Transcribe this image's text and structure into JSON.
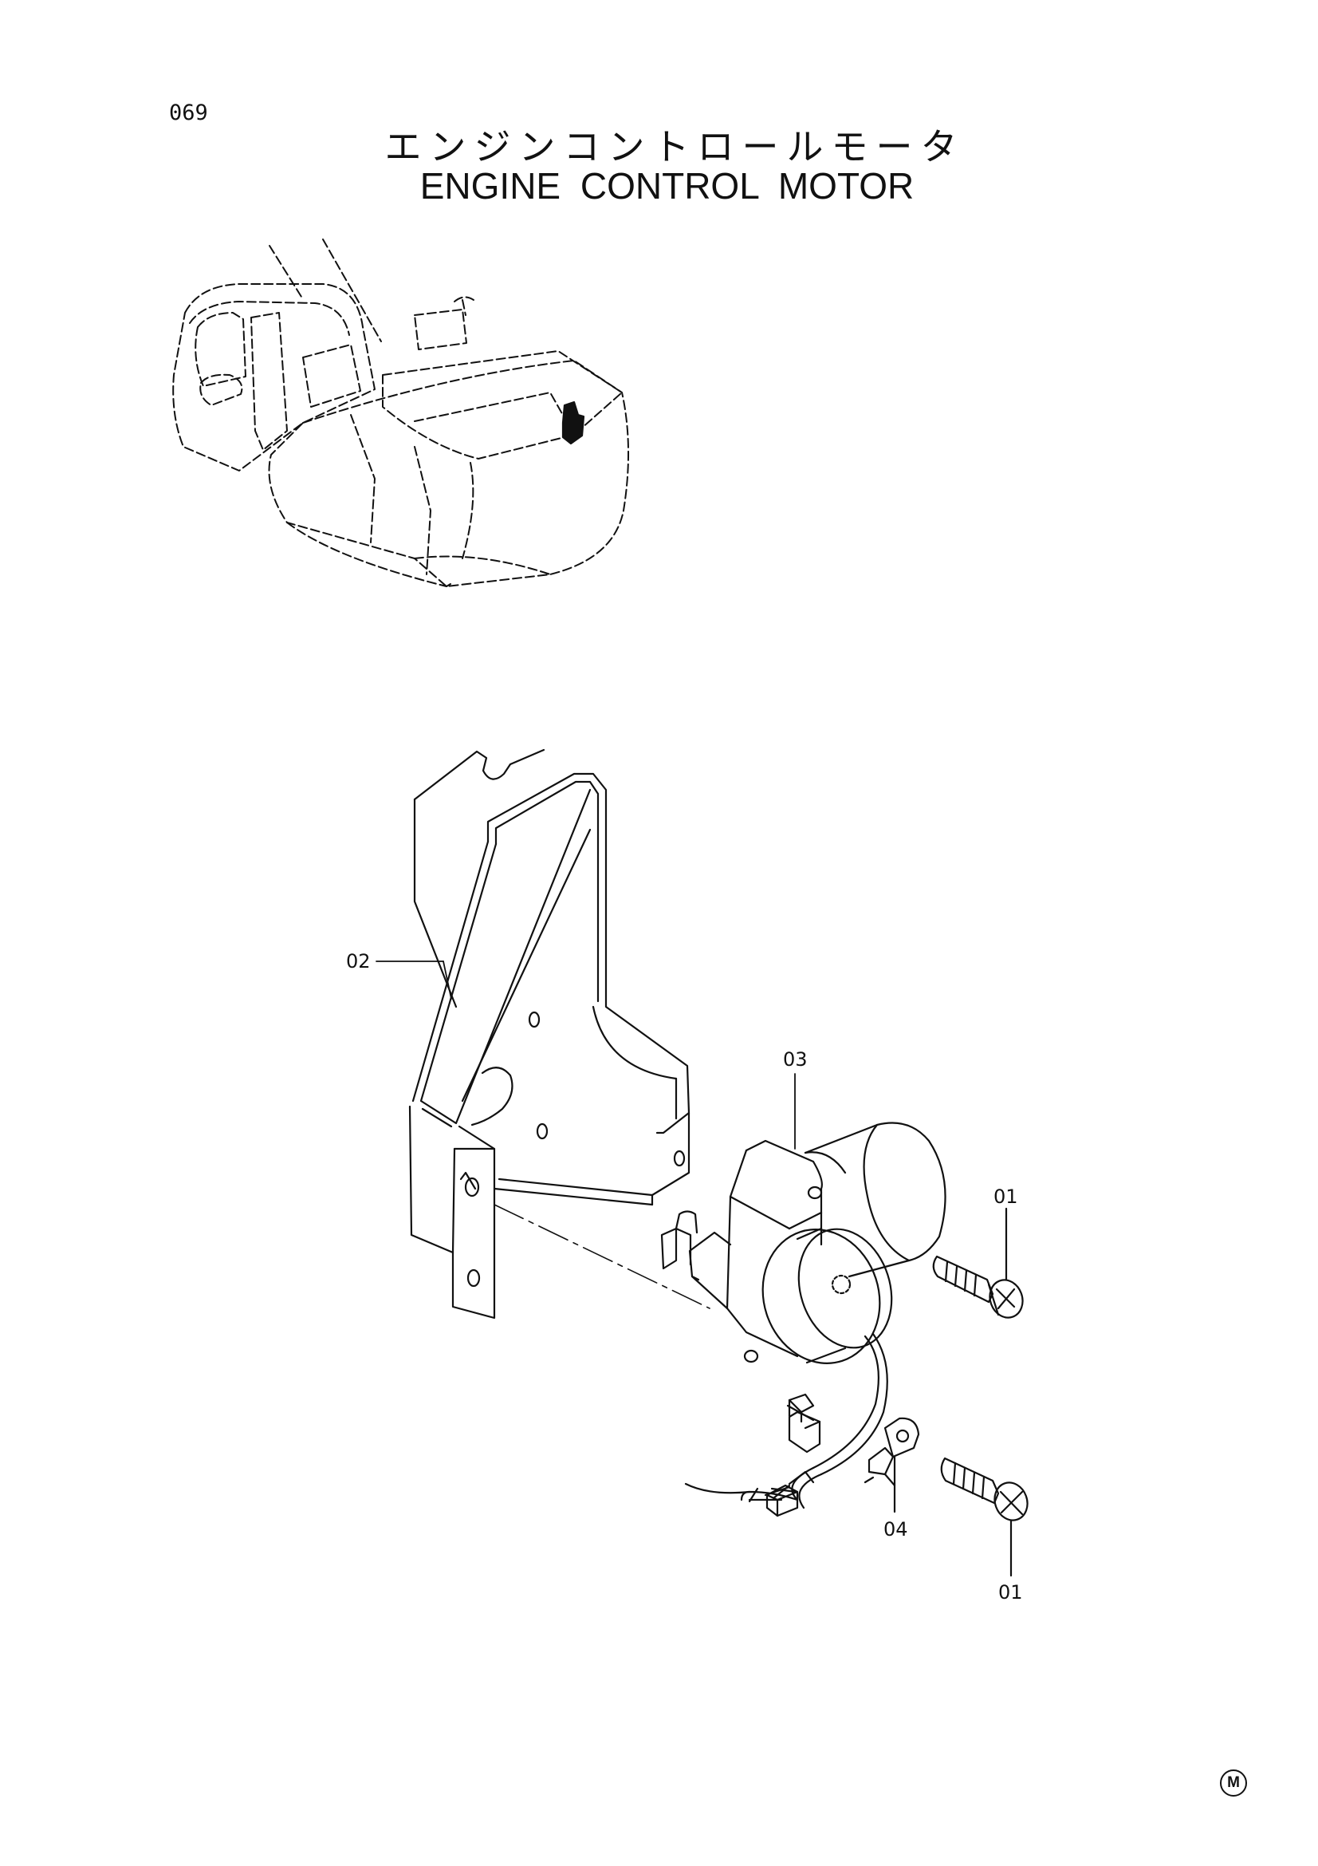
{
  "page": {
    "number": "069",
    "title_ja": "エンジンコントロールモータ",
    "title_en": "ENGINE CONTROL MOTOR",
    "corner_mark": "M"
  },
  "callouts": [
    {
      "id": "callout-02",
      "label": "02"
    },
    {
      "id": "callout-03",
      "label": "03"
    },
    {
      "id": "callout-01-top",
      "label": "01"
    },
    {
      "id": "callout-04",
      "label": "04"
    },
    {
      "id": "callout-01-bottom",
      "label": "01"
    }
  ],
  "colors": {
    "ink": "#111111",
    "paper": "#ffffff"
  }
}
